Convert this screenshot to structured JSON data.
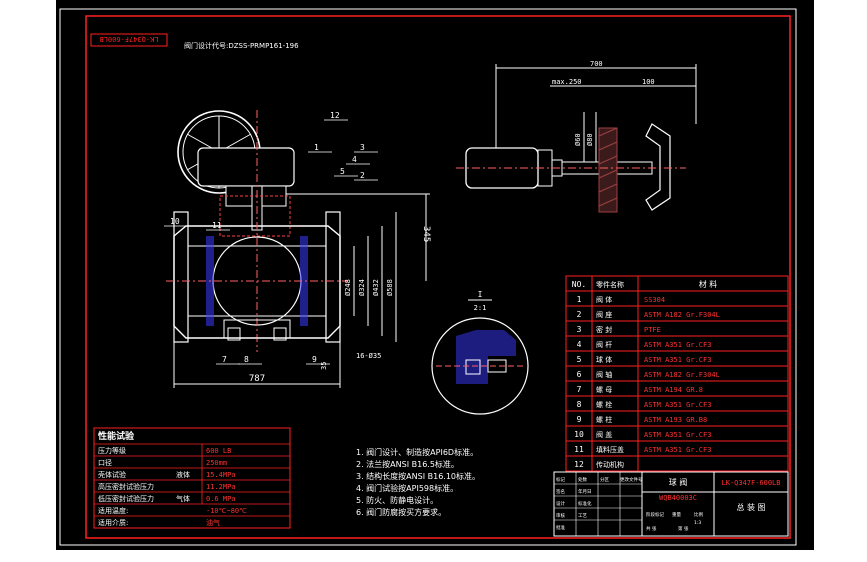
{
  "colors": {
    "background": "#000000",
    "frame": "#ff2020",
    "outline": "#ffffff",
    "dimension": "#ffffff",
    "accent": "#ff3030",
    "hatch": "#4a6cff",
    "fill_blue": "#3a3aff",
    "centerline": "#ff6060"
  },
  "drawing_number_rotated": "LK-Q347F-600LB",
  "reference_note": "阀门设计代号:DZSS-PRMP161-196",
  "front_view": {
    "dims": {
      "width": "787",
      "height": "345",
      "d1": "Ø248",
      "d2": "Ø324",
      "d3": "Ø432",
      "d4": "Ø588",
      "bolts": "16-Ø35",
      "thk": "35"
    },
    "balloons": [
      "12",
      "1",
      "3",
      "4",
      "5",
      "2",
      "10",
      "11",
      "7",
      "8",
      "9"
    ]
  },
  "side_view": {
    "dims": {
      "total": "700",
      "max": "max.250",
      "handwheel": "100",
      "d60": "Ø60",
      "d80": "Ø80"
    }
  },
  "detail": {
    "label_top": "I",
    "label_bot": "2:1"
  },
  "performance_table": {
    "title": "性能试验",
    "rows": [
      {
        "label": "压力等级",
        "col": "",
        "value": "600 LB"
      },
      {
        "label": "口径",
        "col": "",
        "value": "250mm"
      },
      {
        "label": "壳体试验",
        "col": "液体",
        "value": "15.4MPa"
      },
      {
        "label": "高压密封试验压力",
        "col": "",
        "value": "11.2MPa"
      },
      {
        "label": "低压密封试验压力",
        "col": "气体",
        "value": "0.6 MPa"
      },
      {
        "label": "适用温度:",
        "col": "",
        "value": "-10℃~80℃"
      },
      {
        "label": "适用介质:",
        "col": "",
        "value": "油气"
      }
    ]
  },
  "notes": [
    "1. 阀门设计、制造按API6D标准。",
    "2. 法兰按ANSI B16.5标准。",
    "3. 结构长度按ANSI B16.10标准。",
    "4. 阀门试验按API598标准。",
    "5. 防火、防静电设计。",
    "6. 阀门防腐按买方要求。"
  ],
  "parts_table": {
    "header": {
      "no": "NO.",
      "name": "零件名称",
      "material": "材 料"
    },
    "rows": [
      {
        "no": "1",
        "name": "阀 体",
        "material": "SS304"
      },
      {
        "no": "2",
        "name": "阀 座",
        "material": "ASTM A182 Gr.F304L"
      },
      {
        "no": "3",
        "name": "密 封",
        "material": "PTFE"
      },
      {
        "no": "4",
        "name": "阀 杆",
        "material": "ASTM A351 Gr.CF3"
      },
      {
        "no": "5",
        "name": "球 体",
        "material": "ASTM A351 Gr.CF3"
      },
      {
        "no": "6",
        "name": "阀 轴",
        "material": "ASTM A182 Gr.F304L"
      },
      {
        "no": "7",
        "name": "螺 母",
        "material": "ASTM A194 GR.8"
      },
      {
        "no": "8",
        "name": "螺 栓",
        "material": "ASTM A351 Gr.CF3"
      },
      {
        "no": "9",
        "name": "螺 柱",
        "material": "ASTM A193 GR.B8"
      },
      {
        "no": "10",
        "name": "阀 盖",
        "material": "ASTM A351 Gr.CF3"
      },
      {
        "no": "11",
        "name": "填料压盖",
        "material": "ASTM A351 Gr.CF3"
      },
      {
        "no": "12",
        "name": "传动机构",
        "material": ""
      }
    ]
  },
  "title_block": {
    "product": "球 阀",
    "code": "WQB40003C",
    "drawing_no": "LK-Q347F-600LB",
    "drawing_name": "总 装 图",
    "small": [
      "标记",
      "处数",
      "分区",
      "更改文件号",
      "签名",
      "年月日",
      "设计",
      "标准化",
      "审核",
      "工艺",
      "批准",
      "阶段标记",
      "重量",
      "比例",
      "共 张",
      "第 张",
      "1:3"
    ]
  }
}
